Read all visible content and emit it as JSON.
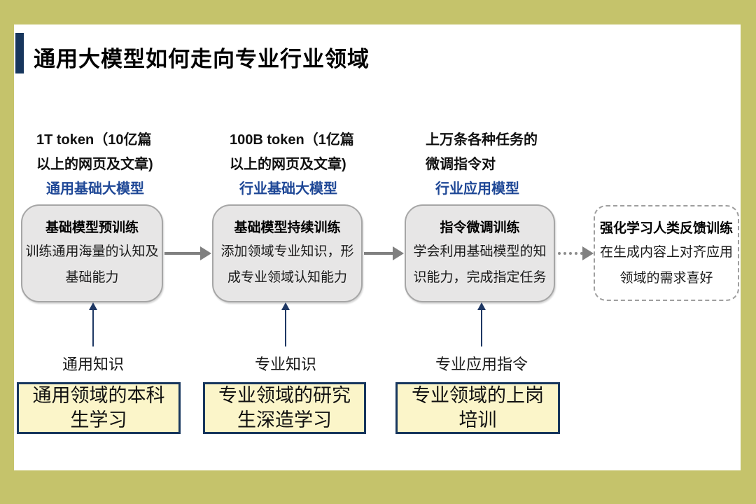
{
  "colors": {
    "canvas_olive": "#c5c36b",
    "accent_navy": "#17365d",
    "model_label_blue": "#1e4796",
    "stage_box_fill": "#e7e6e6",
    "stage_box_border": "#a6a6a6",
    "flow_arrow_gray": "#808080",
    "input_arrow_navy": "#1f3864",
    "analogy_box_fill": "#fbf5c9"
  },
  "title": "通用大模型如何走向专业行业领域",
  "data_columns": [
    {
      "line1": "1T token（10亿篇",
      "line2": "以上的网页及文章)",
      "model": "通用基础大模型"
    },
    {
      "line1": "100B token（1亿篇",
      "line2": "以上的网页及文章)",
      "model": "行业基础大模型"
    },
    {
      "line1": "上万条各种任务的",
      "line2": "微调指令对",
      "model": "行业应用模型"
    }
  ],
  "stages": [
    {
      "title": "基础模型预训练",
      "line1": "训练通用海量的认知及",
      "line2": "基础能力"
    },
    {
      "title": "基础模型持续训练",
      "line1": "添加领域专业知识，形",
      "line2": "成专业领域认知能力"
    },
    {
      "title": "指令微调训练",
      "line1": "学会利用基础模型的知",
      "line2": "识能力，完成指定任务"
    },
    {
      "title": "强化学习人类反馈训练",
      "line1": "在生成内容上对齐应用",
      "line2": "领域的需求喜好"
    }
  ],
  "input_labels": [
    "通用知识",
    "专业知识",
    "专业应用指令"
  ],
  "analogies": [
    {
      "line1": "通用领域的本科",
      "line2": "生学习"
    },
    {
      "line1": "专业领域的研究",
      "line2": "生深造学习"
    },
    {
      "line1": "专业领域的上岗",
      "line2": "培训"
    }
  ]
}
